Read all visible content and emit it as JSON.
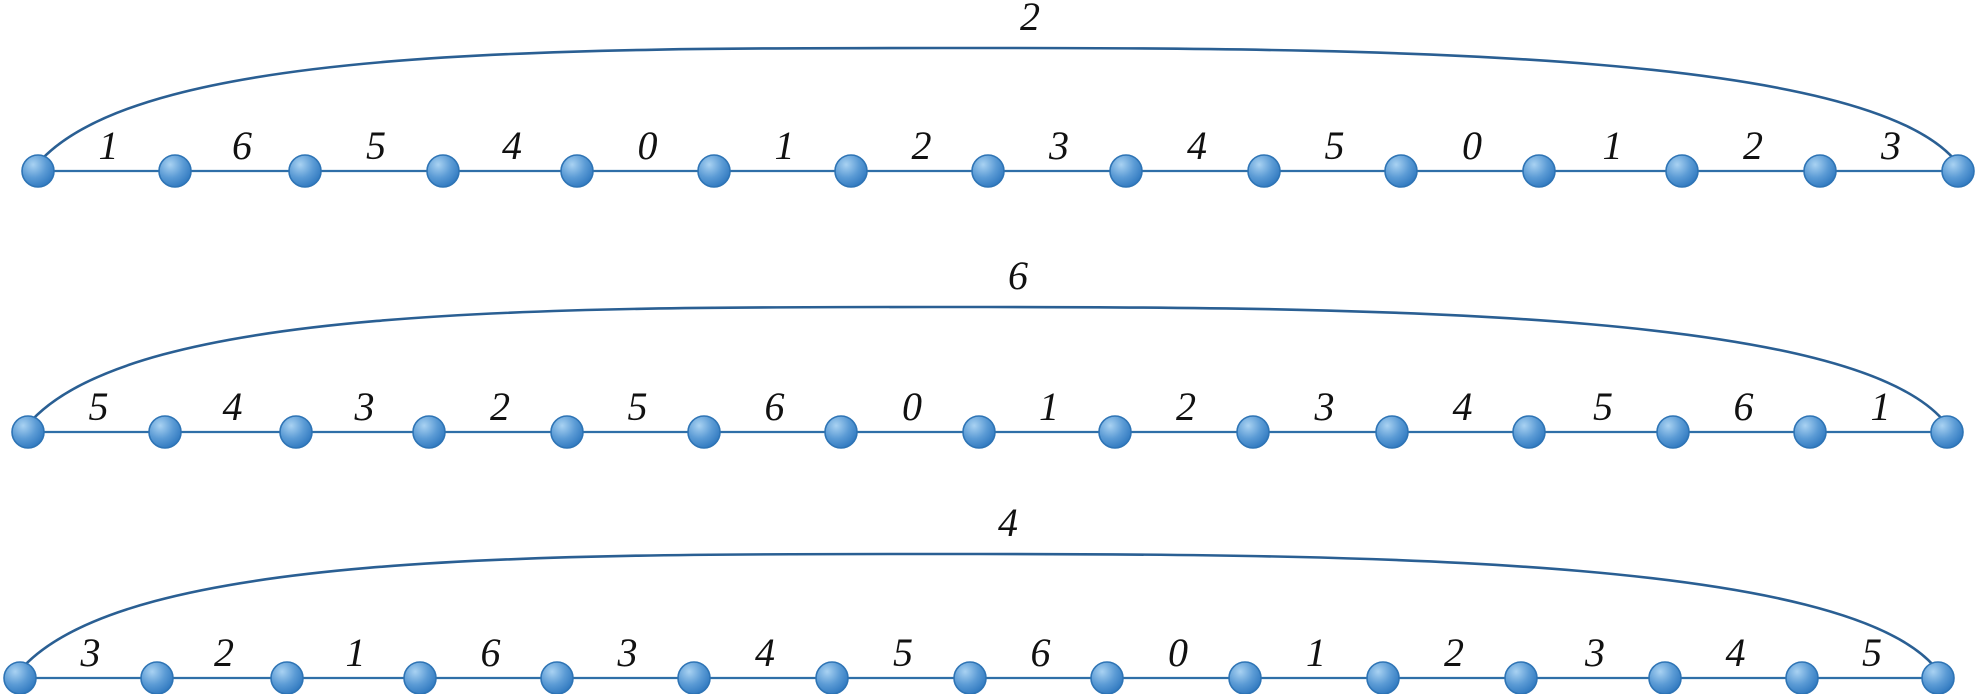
{
  "diagram": {
    "colors": {
      "edge": "#2f6fa8",
      "arc": "#2a5f93",
      "node_fill_light": "#a9d2f2",
      "node_fill": "#5b9bd5",
      "node_fill_dark": "#2f78bf",
      "node_stroke": "#2e74b5",
      "label": "#111111"
    },
    "rows": [
      {
        "arc_label": "2",
        "edge_labels": [
          "1",
          "6",
          "5",
          "4",
          "0",
          "1",
          "2",
          "3",
          "4",
          "5",
          "0",
          "1",
          "2",
          "3"
        ]
      },
      {
        "arc_label": "6",
        "edge_labels": [
          "5",
          "4",
          "3",
          "2",
          "5",
          "6",
          "0",
          "1",
          "2",
          "3",
          "4",
          "5",
          "6",
          "1"
        ]
      },
      {
        "arc_label": "4",
        "edge_labels": [
          "3",
          "2",
          "1",
          "6",
          "3",
          "4",
          "5",
          "6",
          "0",
          "1",
          "2",
          "3",
          "4",
          "5"
        ]
      }
    ]
  }
}
